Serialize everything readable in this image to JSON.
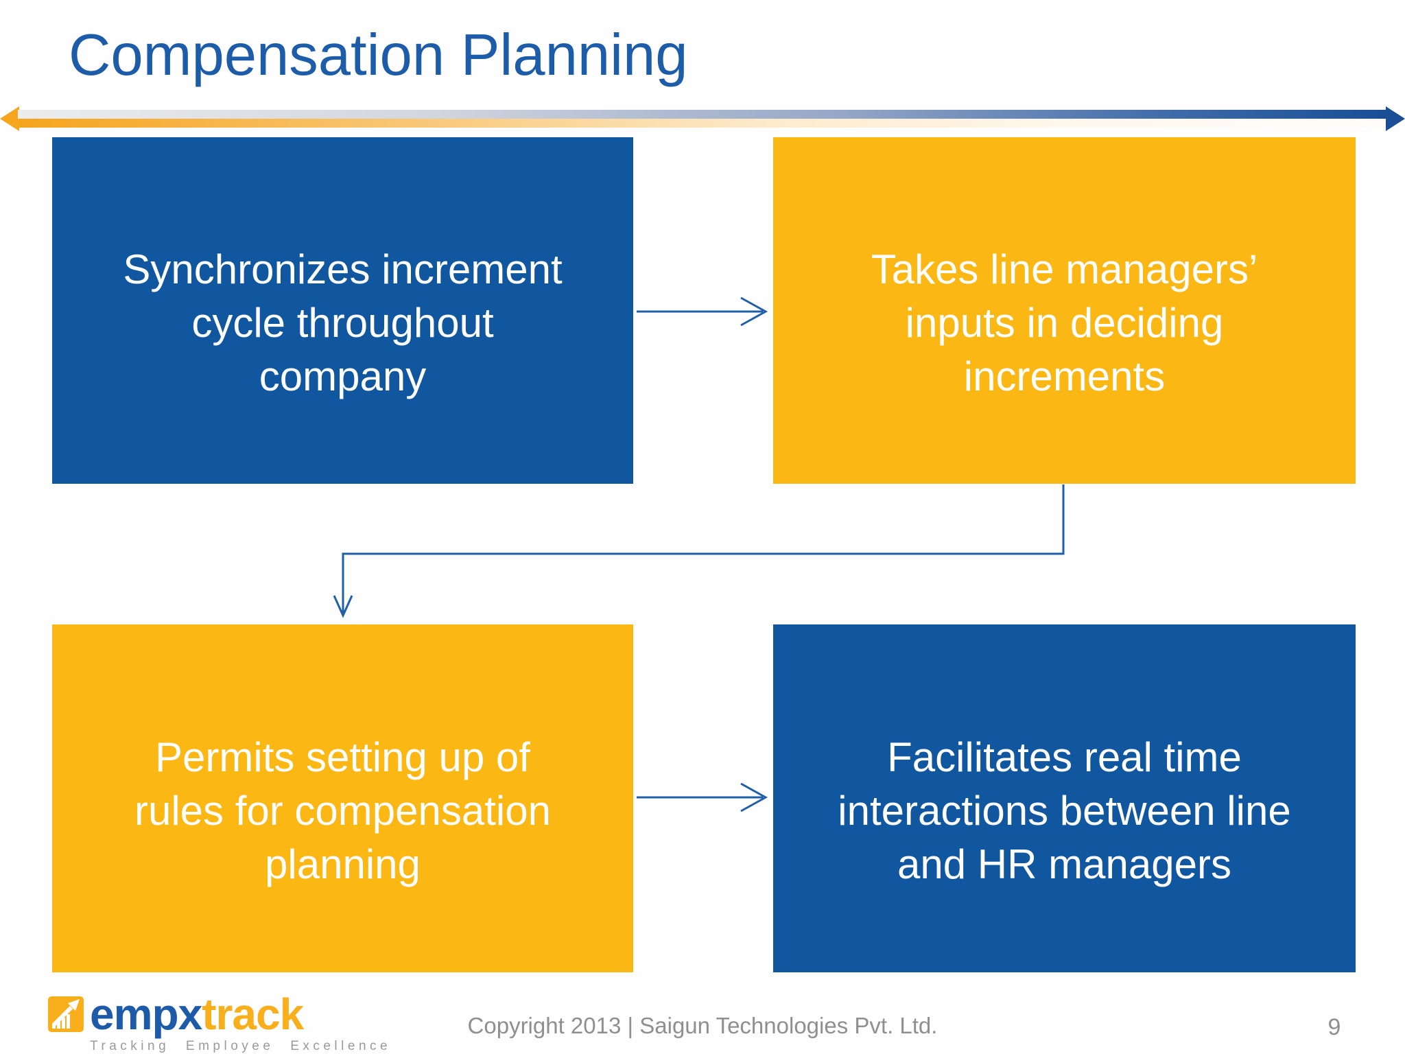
{
  "slide": {
    "title": "Compensation Planning",
    "footer_copyright": "Copyright 2013 | Saigun Technologies Pvt. Ltd.",
    "page_number": "9"
  },
  "boxes": [
    {
      "id": "sync-increment",
      "color": "#1157A0",
      "lines": [
        "Synchronizes increment",
        "cycle throughout",
        "company"
      ]
    },
    {
      "id": "manager-inputs",
      "color": "#FBB713",
      "lines": [
        "Takes line managers’",
        "inputs in deciding",
        "increments"
      ]
    },
    {
      "id": "rules-setup",
      "color": "#FBB713",
      "lines": [
        "Permits setting up of",
        "rules for compensation",
        "planning"
      ]
    },
    {
      "id": "real-time",
      "color": "#1157A0",
      "lines": [
        "Facilitates real time",
        "interactions between line",
        "and HR managers"
      ]
    }
  ],
  "logo": {
    "word_primary": "empx",
    "word_secondary": "track",
    "tagline": "Tracking Employee Excellence",
    "icon": "growth-chart-arrow-icon"
  },
  "colors": {
    "box_blue": "#1157A0",
    "box_yellow": "#FBB713",
    "title_blue": "#1D5CA9",
    "connector_blue": "#1F5FA8",
    "divider_orange": "#F5A41D",
    "divider_blue_end": "#174E96",
    "footer_gray": "#8F8F8F"
  }
}
